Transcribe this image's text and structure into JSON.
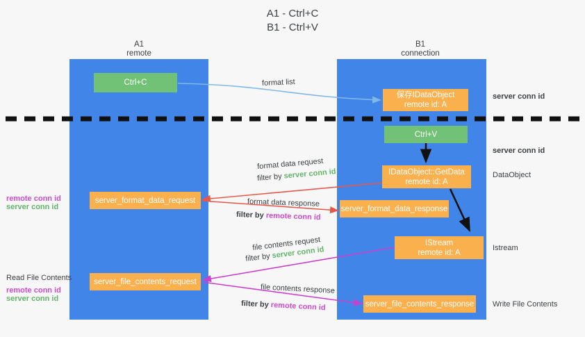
{
  "title": "A1 - Ctrl+C\nB1 - Ctrl+V",
  "columns": {
    "left": {
      "name": "A1",
      "role": "remote",
      "text": "A1\nremote"
    },
    "right": {
      "name": "B1",
      "role": "connection",
      "text": "B1\nconnection"
    }
  },
  "colors": {
    "lane": "#4285e8",
    "green_box": "#71c276",
    "orange_box": "#fbb04e",
    "server_conn_id": "#63b46a",
    "remote_conn_id": "#cc4bcc",
    "arrow_format_list": "#7fb8e8",
    "arrow_format_data": "#e8584a",
    "arrow_file_contents": "#cc3fcc",
    "arrow_black": "#111111",
    "background": "#f7f7f7"
  },
  "boxes": {
    "ctrl_c": {
      "label": "Ctrl+C",
      "style": "green"
    },
    "save_idataobject": {
      "line1": "保存IDataObject",
      "line2": "remote id: A",
      "style": "orange"
    },
    "ctrl_v": {
      "label": "Ctrl+V",
      "style": "green"
    },
    "getdata": {
      "line1": "IDataObject::GetData",
      "line2": "remote id: A",
      "style": "orange"
    },
    "istream": {
      "line1": "IStream",
      "line2": "remote id: A",
      "style": "orange"
    },
    "server_format_data_request": {
      "label": "server_format_data_request",
      "style": "orange"
    },
    "server_format_data_response": {
      "label": "server_format_data_response",
      "style": "orange"
    },
    "server_file_contents_request": {
      "label": "server_file_contents_request",
      "style": "orange"
    },
    "server_file_contents_response": {
      "label": "server_file_contents_response",
      "style": "orange"
    }
  },
  "arrow_labels": {
    "format_list": "format list",
    "format_data_request": "format data request",
    "format_data_request_filter_prefix": "filter by ",
    "format_data_request_filter_value": "server conn id",
    "format_data_response": "format data response",
    "format_data_response_filter_prefix": "filter by ",
    "format_data_response_filter_value": "remote conn id",
    "file_contents_request": "file contents request",
    "file_contents_request_filter_prefix": "filter by ",
    "file_contents_request_filter_value": "server conn id",
    "file_contents_response": "file contents response",
    "file_contents_response_filter_prefix": "filter by ",
    "file_contents_response_filter_value": "remote conn id"
  },
  "right_annotations": {
    "server_conn_id_top": "server conn id",
    "server_conn_id_mid": "server conn id",
    "dataobject": "DataObject",
    "istream": "Istream",
    "write_file_contents": "Write File Contents"
  },
  "left_annotations": {
    "remote_conn_id_mid": "remote conn id",
    "server_conn_id_mid": "server conn id",
    "read_file_contents": "Read File Contents",
    "remote_conn_id_bottom": "remote conn id",
    "server_conn_id_bottom": "server conn id"
  }
}
